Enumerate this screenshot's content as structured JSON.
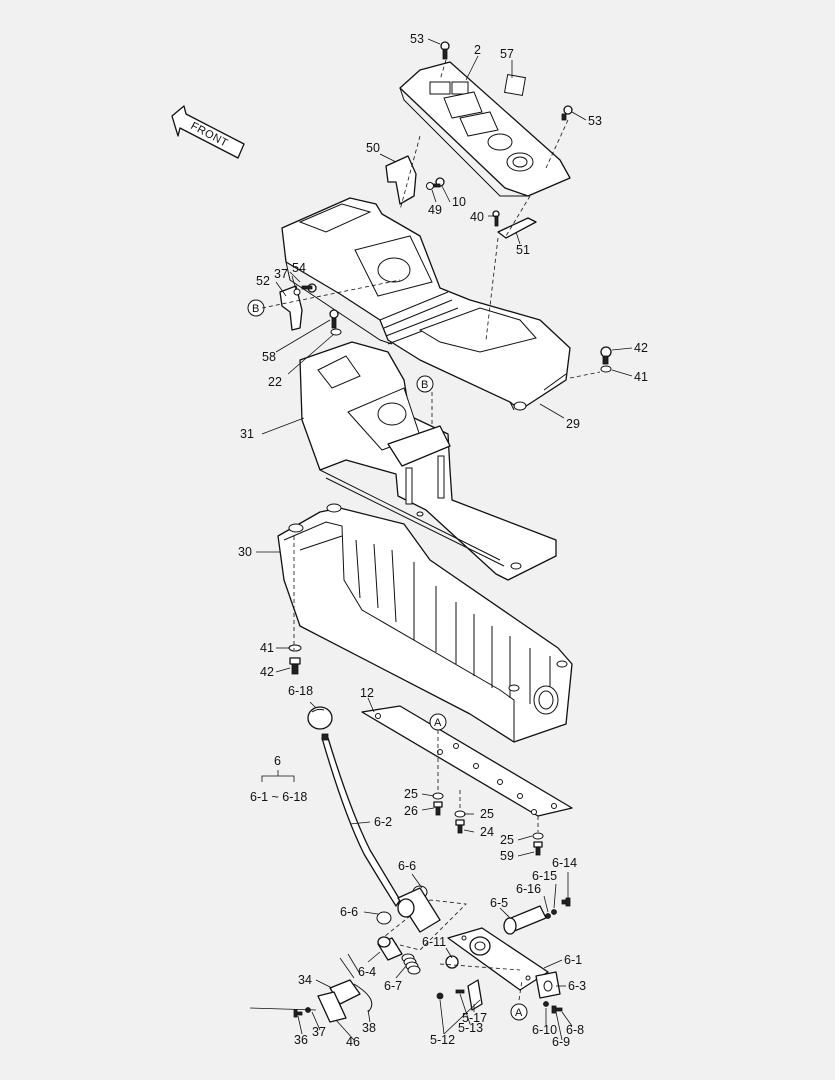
{
  "diagram": {
    "front_label": "FRONT",
    "ref_markers": {
      "b": "B",
      "a": "A"
    },
    "callouts": {
      "c53a": "53",
      "c2": "2",
      "c57": "57",
      "c53b": "53",
      "c50": "50",
      "c49": "49",
      "c10": "10",
      "c40": "40",
      "c51": "51",
      "c54": "54",
      "c37a": "37",
      "c52": "52",
      "c58": "58",
      "c22": "22",
      "c42a": "42",
      "c41a": "41",
      "c31": "31",
      "c29": "29",
      "c30": "30",
      "c41b": "41",
      "c42b": "42",
      "c6_18": "6-18",
      "c12": "12",
      "c6": "6",
      "c6_range": "6-1 ~ 6-18",
      "c25a": "25",
      "c26": "26",
      "c25b": "25",
      "c24": "24",
      "c25c": "25",
      "c59": "59",
      "c6_2": "6-2",
      "c6_14": "6-14",
      "c6_15": "6-15",
      "c6_16": "6-16",
      "c6_6a": "6-6",
      "c6_6b": "6-6",
      "c6_5": "6-5",
      "c6_11": "6-11",
      "c6_1": "6-1",
      "c6_4": "6-4",
      "c6_7": "6-7",
      "c6_3": "6-3",
      "c34": "34",
      "c37b": "37",
      "c38": "38",
      "c36": "36",
      "c46": "46",
      "c5_17": "5-17",
      "c5_13": "5-13",
      "c5_12": "5-12",
      "c6_10": "6-10",
      "c6_8": "6-8",
      "c6_9": "6-9"
    }
  }
}
